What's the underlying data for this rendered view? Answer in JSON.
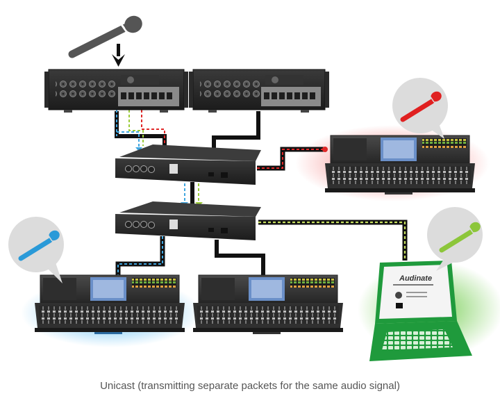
{
  "diagram": {
    "title": "Unicast (transmitting separate packets for the same audio signal)",
    "colors": {
      "cable": "#111111",
      "blue_signal": "#3fa6e0",
      "green_signal": "#9ccc3a",
      "red_signal": "#e02828",
      "blue_glow": "#3aaef0",
      "red_glow": "#f04848",
      "green_glow": "#55c22a",
      "laptop": "#1f9a3c",
      "mic_source": "#555555",
      "bubble": "#dcdcdc"
    },
    "nodes": [
      {
        "id": "source-mic",
        "label": "Source microphone",
        "kind": "microphone"
      },
      {
        "id": "stagebox-1",
        "label": "I/O rack (stage box) 1",
        "kind": "io-rack"
      },
      {
        "id": "stagebox-2",
        "label": "I/O rack (stage box) 2",
        "kind": "io-rack"
      },
      {
        "id": "switch-1",
        "label": "Network switch 1",
        "kind": "switch"
      },
      {
        "id": "switch-2",
        "label": "Network switch 2",
        "kind": "switch"
      },
      {
        "id": "console-red",
        "label": "Mixing console (red receiver)",
        "kind": "console",
        "receives": "red"
      },
      {
        "id": "console-blue",
        "label": "Mixing console (blue receiver)",
        "kind": "console",
        "receives": "blue"
      },
      {
        "id": "console-plain",
        "label": "Mixing console",
        "kind": "console"
      },
      {
        "id": "laptop-green",
        "label": "Laptop (green receiver)",
        "kind": "laptop",
        "receives": "green",
        "screen_logo": "Audinate"
      }
    ],
    "links": [
      {
        "from": "source-mic",
        "to": "stagebox-1",
        "style": "arrow"
      },
      {
        "from": "stagebox-1",
        "to": "switch-1",
        "signals": [
          "blue",
          "green",
          "red"
        ]
      },
      {
        "from": "stagebox-2",
        "to": "switch-1",
        "signals": []
      },
      {
        "from": "switch-1",
        "to": "console-red",
        "signals": [
          "red"
        ]
      },
      {
        "from": "switch-1",
        "to": "switch-2",
        "signals": [
          "blue",
          "green"
        ]
      },
      {
        "from": "switch-2",
        "to": "console-blue",
        "signals": [
          "blue"
        ]
      },
      {
        "from": "switch-2",
        "to": "console-plain",
        "signals": []
      },
      {
        "from": "switch-2",
        "to": "laptop-green",
        "signals": [
          "green"
        ]
      }
    ]
  }
}
